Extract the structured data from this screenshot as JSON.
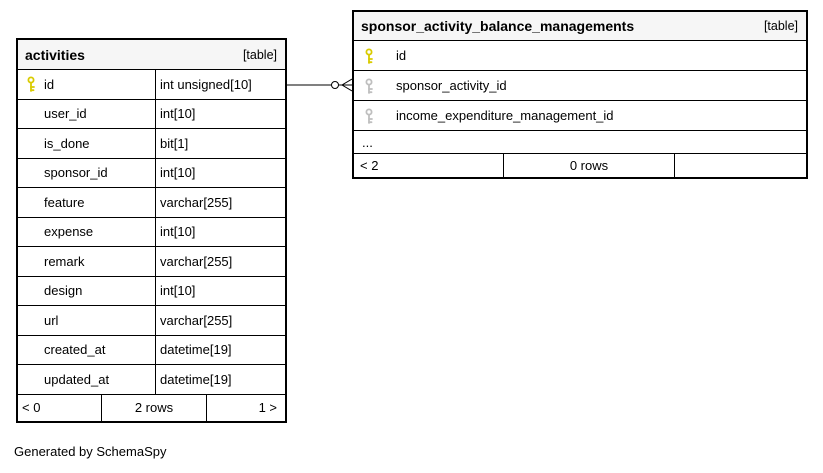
{
  "credit": "Generated by SchemaSpy",
  "colors": {
    "primary_key": "#d9cb00",
    "foreign_key": "#bfbfbf",
    "header_bg": "#f6f6f6",
    "border": "#000000"
  },
  "activities": {
    "title": "activities",
    "type_label": "[table]",
    "columns": [
      {
        "name": "id",
        "type": "int unsigned[10]",
        "key": "primary"
      },
      {
        "name": "user_id",
        "type": "int[10]",
        "key": ""
      },
      {
        "name": "is_done",
        "type": "bit[1]",
        "key": ""
      },
      {
        "name": "sponsor_id",
        "type": "int[10]",
        "key": ""
      },
      {
        "name": "feature",
        "type": "varchar[255]",
        "key": ""
      },
      {
        "name": "expense",
        "type": "int[10]",
        "key": ""
      },
      {
        "name": "remark",
        "type": "varchar[255]",
        "key": ""
      },
      {
        "name": "design",
        "type": "int[10]",
        "key": ""
      },
      {
        "name": "url",
        "type": "varchar[255]",
        "key": ""
      },
      {
        "name": "created_at",
        "type": "datetime[19]",
        "key": ""
      },
      {
        "name": "updated_at",
        "type": "datetime[19]",
        "key": ""
      }
    ],
    "footer": {
      "left": "< 0",
      "center": "2 rows",
      "right": "1 >"
    }
  },
  "balance": {
    "title": "sponsor_activity_balance_managements",
    "type_label": "[table]",
    "columns": [
      {
        "name": "id",
        "key": "primary"
      },
      {
        "name": "sponsor_activity_id",
        "key": "foreign"
      },
      {
        "name": "income_expenditure_management_id",
        "key": "foreign"
      }
    ],
    "ellipsis": "...",
    "footer": {
      "left": "< 2",
      "center": "0 rows",
      "right": ""
    }
  }
}
